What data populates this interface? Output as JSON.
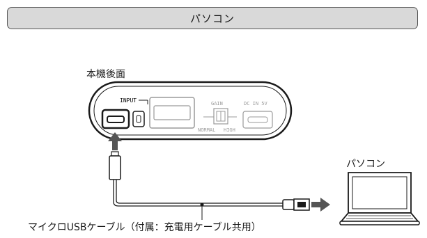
{
  "header": {
    "title": "パソコン"
  },
  "device": {
    "label": "本機後面",
    "ports": {
      "input": "INPUT",
      "gain": "GAIN",
      "normal": "NORMAL",
      "high": "HIGH",
      "dc_in": "DC IN 5V"
    }
  },
  "computer": {
    "label": "パソコン"
  },
  "cable": {
    "label": "マイクロUSBケーブル（付属：充電用ケーブル共用）"
  },
  "colors": {
    "header_bg": "#d9d9d9",
    "outline": "#1a1a1a",
    "port_gray": "#9a9a9a",
    "arrow": "#555555"
  }
}
